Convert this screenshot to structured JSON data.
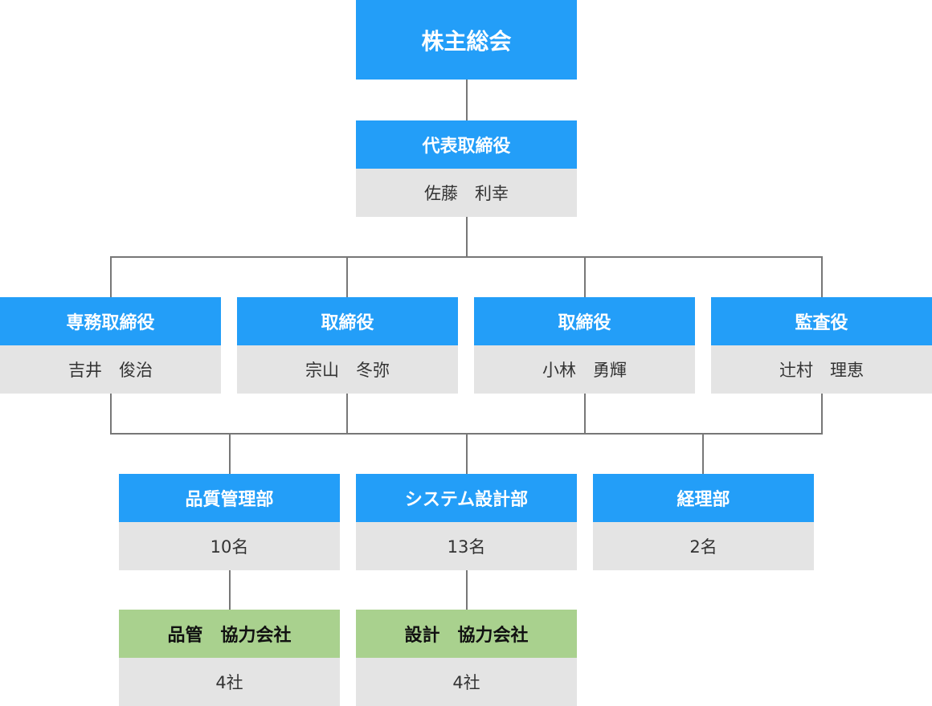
{
  "shareholders": {
    "title": "株主総会"
  },
  "ceo": {
    "title": "代表取締役",
    "name": "佐藤　利幸"
  },
  "officers": [
    {
      "title": "専務取締役",
      "name": "吉井　俊治"
    },
    {
      "title": "取締役",
      "name": "宗山　冬弥"
    },
    {
      "title": "取締役",
      "name": "小林　勇輝"
    },
    {
      "title": "監査役",
      "name": "辻村　理恵"
    }
  ],
  "departments": [
    {
      "title": "品質管理部",
      "count": "10名"
    },
    {
      "title": "システム設計部",
      "count": "13名"
    },
    {
      "title": "経理部",
      "count": "2名"
    }
  ],
  "partners": [
    {
      "title": "品管　協力会社",
      "count": "4社"
    },
    {
      "title": "設計　協力会社",
      "count": "4社"
    }
  ],
  "colors": {
    "header_blue": "#239ef8",
    "header_green": "#a9d18e",
    "body_gray": "#e4e4e4",
    "line": "#777777"
  }
}
